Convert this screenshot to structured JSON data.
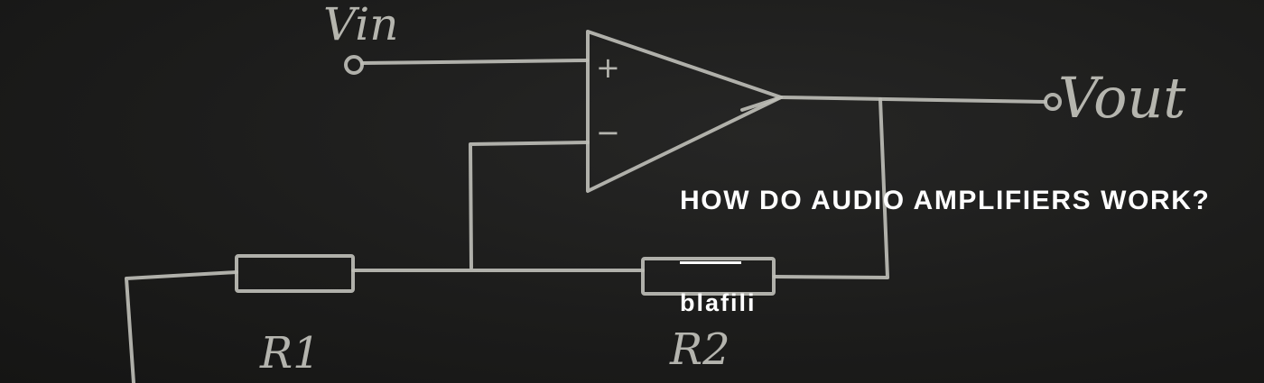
{
  "post": {
    "title": "HOW DO AUDIO AMPLIFIERS WORK?",
    "author": "blafili"
  },
  "diagram": {
    "input_label": "Vin",
    "output_label": "Vout",
    "plus_sign": "+",
    "minus_sign": "−",
    "r1_label": "R1",
    "r2_label": "R2"
  },
  "colors": {
    "background": "#1b1b1a",
    "chalk": "#bdbdb6",
    "overlay_text": "#ffffff"
  }
}
